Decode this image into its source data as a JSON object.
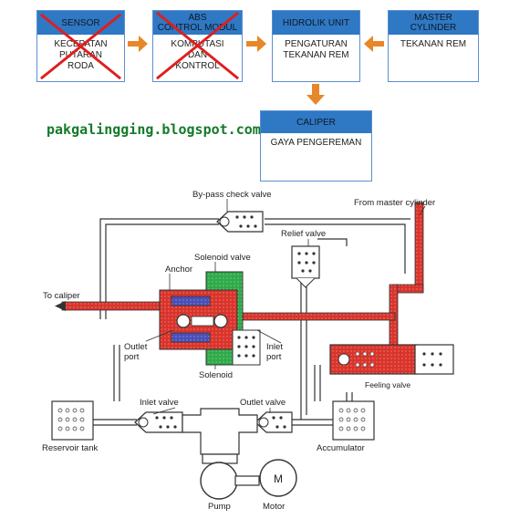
{
  "blocks": {
    "sensor": {
      "title": "SENSOR",
      "body": [
        "KECEPATAN",
        "PUTARAN",
        "RODA"
      ],
      "crossed": true
    },
    "abs": {
      "title": [
        "ABS",
        "CONTROL MODUL"
      ],
      "body": [
        "KOMPUTASI",
        "DAN",
        "KONTROL"
      ],
      "crossed": true
    },
    "hydraulic": {
      "title": "HIDROLIK UNIT",
      "body": [
        "PENGATURAN",
        "TEKANAN REM"
      ]
    },
    "master": {
      "title": [
        "MASTER",
        "CYLINDER"
      ],
      "body": [
        "TEKANAN REM"
      ]
    },
    "caliper": {
      "title": "CALIPER",
      "body": [
        "GAYA PENGEREMAN"
      ]
    }
  },
  "watermark": "pakgalingging.blogspot.com",
  "diagram_labels": {
    "bypass": "By-pass check valve",
    "from_master": "From master cylinder",
    "relief": "Relief valve",
    "solenoid_valve": "Solenoid valve",
    "anchor": "Anchor",
    "to_caliper": "To caliper",
    "outlet_port": [
      "Outlet",
      "port"
    ],
    "inlet_port": [
      "Inlet",
      "port"
    ],
    "solenoid": "Solenoid",
    "feeling_valve": "Feeling valve",
    "inlet_valve": "Inlet valve",
    "outlet_valve": "Outlet valve",
    "reservoir": "Reservoir tank",
    "accumulator": "Accumulator",
    "pump": "Pump",
    "motor": "Motor",
    "motor_symbol": "M"
  },
  "colors": {
    "block_header": "#2f78c4",
    "block_border": "#5b8fd1",
    "arrow": "#e8862a",
    "cross": "#e01e1e",
    "watermark": "#147a2a",
    "fluid": "#d9342b",
    "solenoid_green": "#2faa4a",
    "anchor_blue": "#4a4fb8"
  }
}
